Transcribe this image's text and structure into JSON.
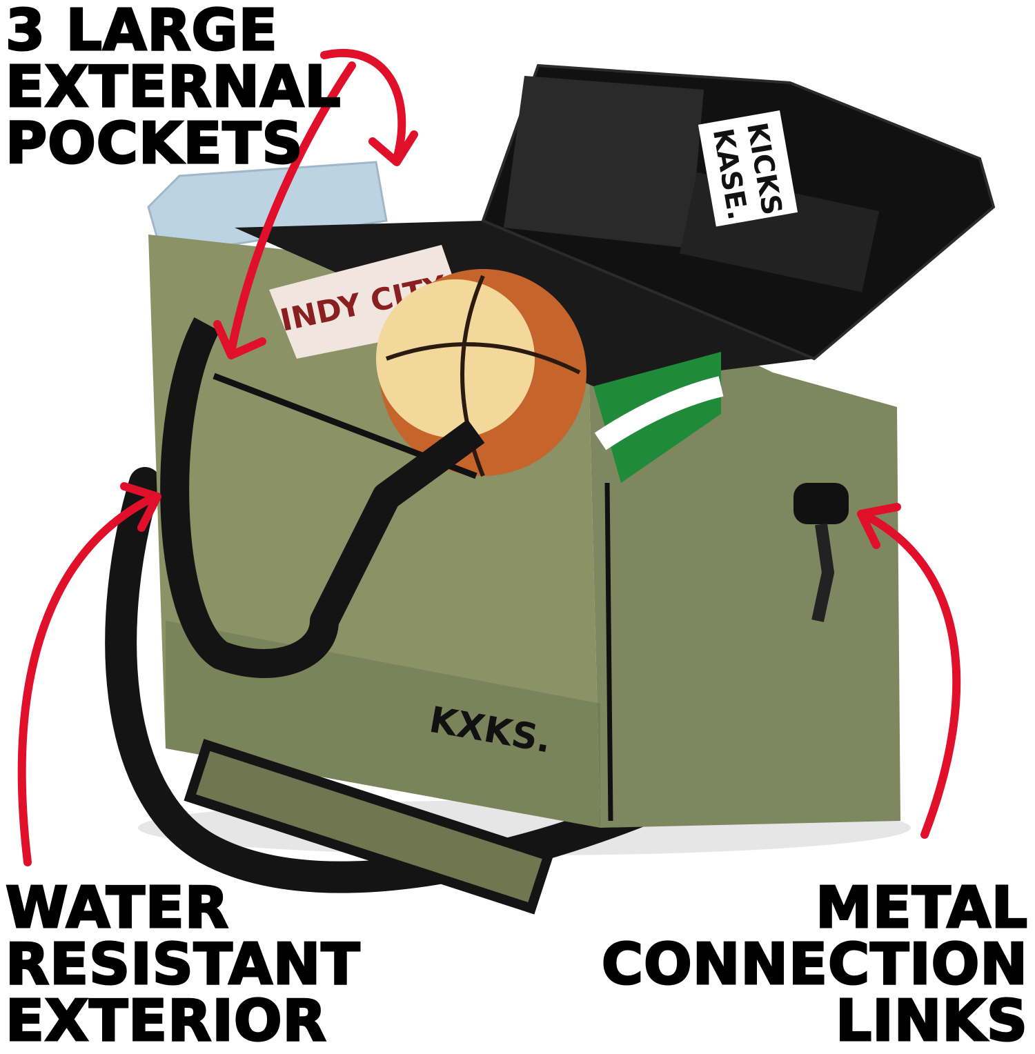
{
  "callouts": {
    "top_left": [
      "3 LARGE",
      "EXTERNAL",
      "POCKETS"
    ],
    "bottom_left": [
      "WATER",
      "RESISTANT",
      "EXTERIOR"
    ],
    "bottom_right": [
      "METAL",
      "CONNECTION",
      "LINKS"
    ]
  },
  "bag": {
    "side_logo": "KXKS.",
    "lid_patch": [
      "KICKS",
      "KASE."
    ],
    "shirt_print": "INDY CITY"
  },
  "colors": {
    "bag_olive": "#8a9266",
    "bag_shadow": "#5f6645",
    "strap_black": "#141414",
    "arrow_red": "#e0102a",
    "basketball": "#c5652c",
    "towel_blue": "#bcd3e3",
    "jersey_green": "#1e8a3a"
  }
}
